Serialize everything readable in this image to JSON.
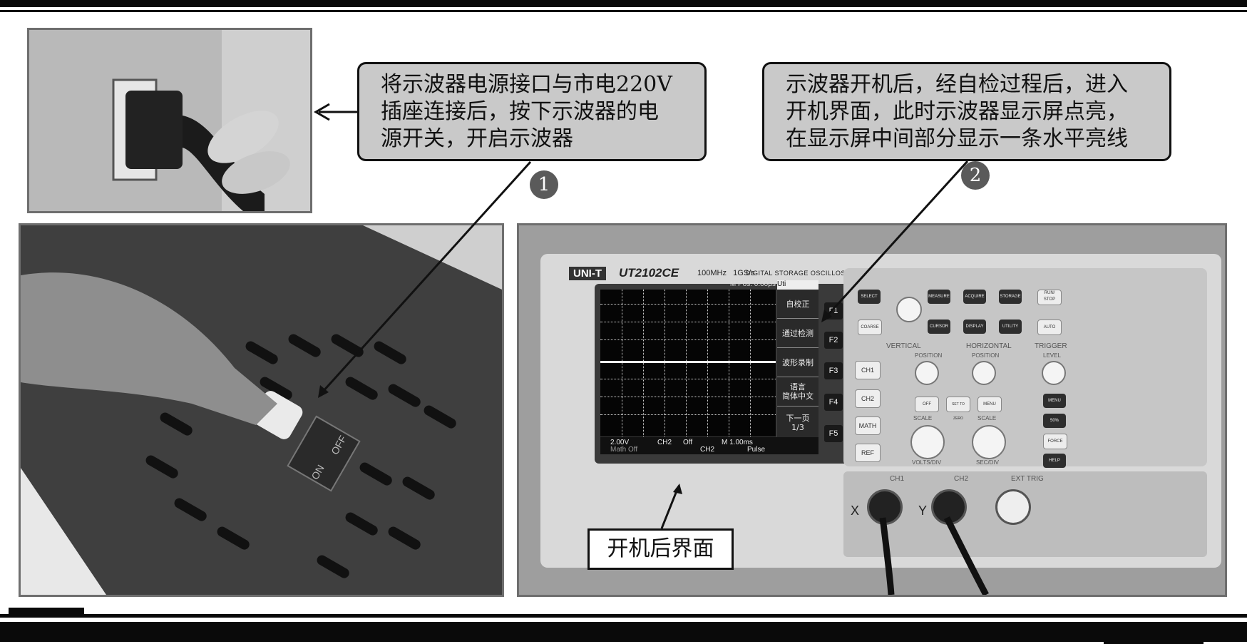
{
  "callouts": [
    {
      "step": "1",
      "text": "将示波器电源接口与市电220V\n插座连接后，按下示波器的电\n源开关，开启示波器"
    },
    {
      "step": "2",
      "text": "示波器开机后，经自检过程后，进入\n开机界面，此时示波器显示屏点亮，\n在显示屏中间部分显示一条水平亮线"
    }
  ],
  "screen_label": "开机后界面",
  "switch_labels": {
    "off": "OFF",
    "on": "ON"
  },
  "scope": {
    "brand": "UNI-T",
    "model": "UT2102CE",
    "bandwidth": "100MHz",
    "sample_rate": "1GS/s",
    "type_label": "DIGITAL STORAGE OSCILLOSCOPE",
    "screen_top": "M Pos: 0.00μs",
    "menu_title": "Uti",
    "menu": [
      "自校正",
      "通过检测",
      "波形录制",
      "语言\n简体中文",
      "下一页\n1/3"
    ],
    "status": {
      "ch1": "2.00V",
      "ch2_label": "CH2",
      "ch2_value": "Off",
      "time": "M 1.00ms",
      "row2_a": "Math Off",
      "row2_b": "CH2",
      "row2_c": "Pulse"
    },
    "fkeys": [
      "F1",
      "F2",
      "F3",
      "F4",
      "F5"
    ],
    "panel_buttons": {
      "select": "SELECT",
      "coarse": "COARSE",
      "measure": "MEASURE",
      "acquire": "ACQUIRE",
      "storage": "STORAGE",
      "run_stop": "RUN/\nSTOP",
      "cursor": "CURSOR",
      "display": "DISPLAY",
      "utility": "UTILITY",
      "auto": "AUTO",
      "ch1": "CH1",
      "ch2": "CH2",
      "math": "MATH",
      "ref": "REF",
      "off": "OFF",
      "set_zero": "SET TO ZERO",
      "menu_h": "MENU",
      "menu_t": "MENU",
      "fifty": "50%",
      "force": "FORCE",
      "help": "HELP"
    },
    "sections": {
      "vertical": "VERTICAL",
      "horizontal": "HORIZONTAL",
      "trigger": "TRIGGER",
      "position": "POSITION",
      "position_h": "POSITION",
      "level": "LEVEL",
      "scale": "SCALE",
      "scale_h": "SCALE",
      "volts_div": "VOLTS/DIV",
      "sec_div": "SEC/DIV",
      "ext_trig": "EXT TRIG"
    },
    "inputs": {
      "x": "X",
      "y": "Y",
      "ch1": "CH1",
      "ch2": "CH2"
    }
  },
  "colors": {
    "callout_fill": "#c9c9c9",
    "rule": "#0a0a0a",
    "step_badge": "#5a5a5a"
  }
}
